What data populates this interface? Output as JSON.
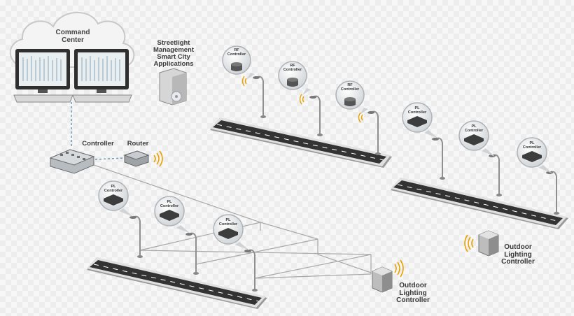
{
  "labels": {
    "command_center": "Command\nCenter",
    "apps": "Streetlight\nManagement\nSmart City\nApplications",
    "controller": "Controller",
    "router": "Router",
    "outdoor_right": "Outdoor\nLighting\nController",
    "outdoor_bottom": "Outdoor\nLighting\nController",
    "rf_controller": "RF\nController",
    "pl_controller": "PL\nController"
  },
  "colors": {
    "road": "#333333",
    "road_edge": "#9a9a9a",
    "pole": "#8f8f8f",
    "wire": "#a8a8a8",
    "dashed_link": "#6a9ab0",
    "signal": "#e8a200",
    "device": "#555555"
  },
  "icons": [
    "cloud-icon",
    "monitor-icon",
    "keyboard-icon",
    "server-icon",
    "disc-icon",
    "router-icon",
    "signal-icon",
    "streetlight-icon",
    "controller-box-icon"
  ]
}
